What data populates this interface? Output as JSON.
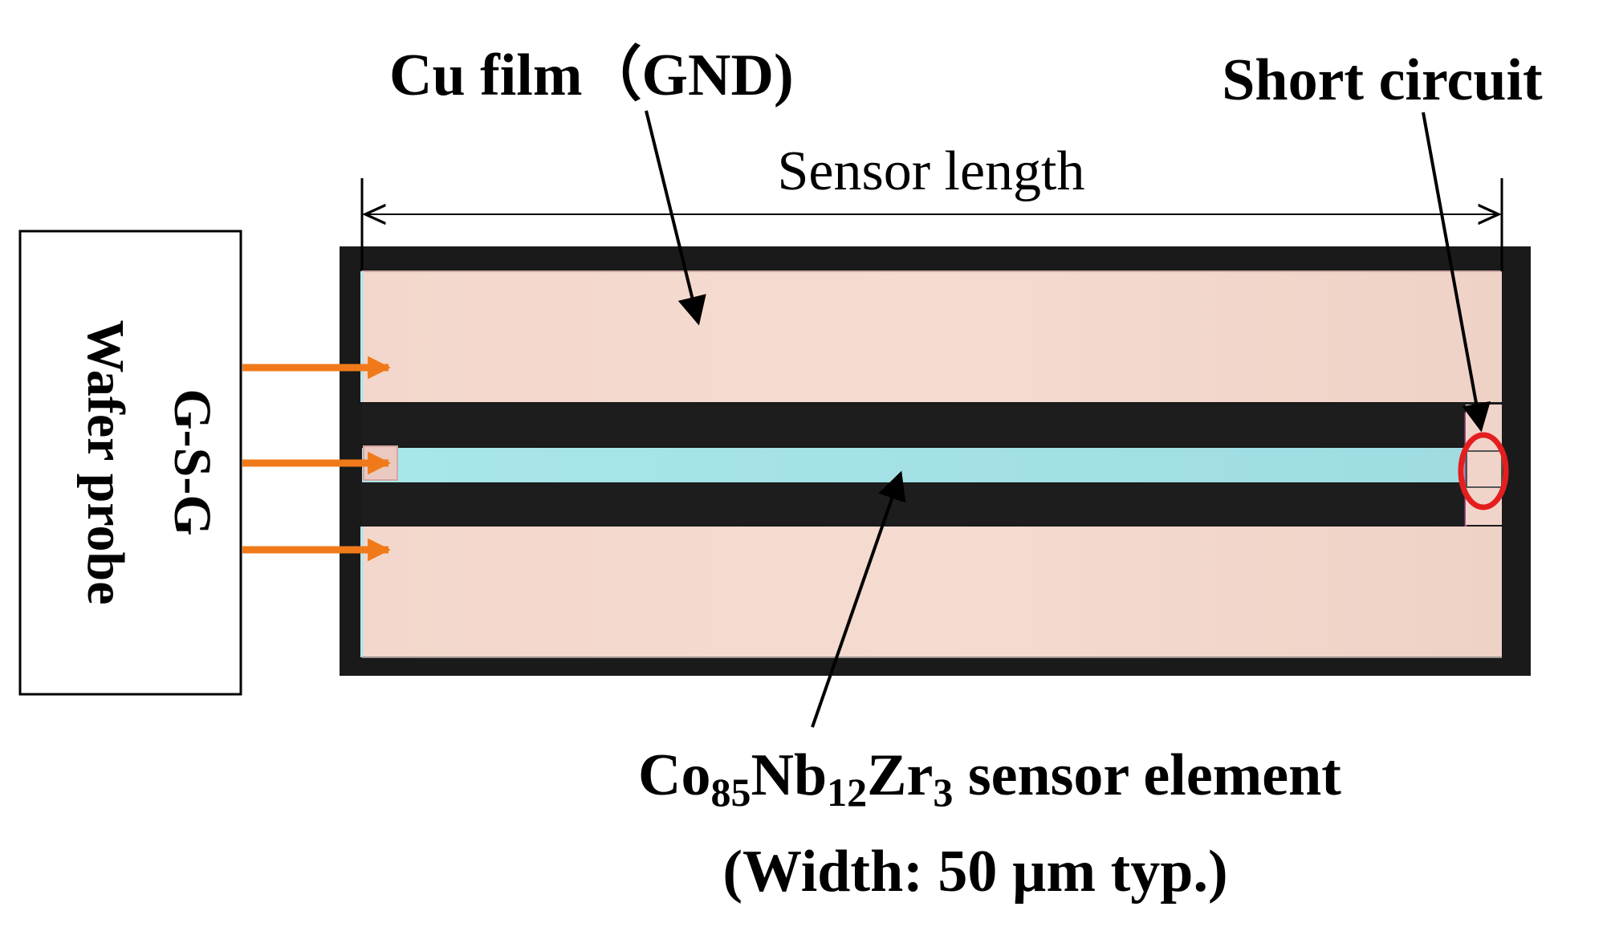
{
  "labels": {
    "cu_film": "Cu film（GND)",
    "short_circuit": "Short circuit",
    "sensor_length": "Sensor length",
    "probe_line1": "G-S-G",
    "probe_line2": "Wafer probe",
    "element_co": "Co",
    "element_co_sub": "85",
    "element_nb": "Nb",
    "element_nb_sub": "12",
    "element_zr": "Zr",
    "element_zr_sub": "3",
    "element_rest": " sensor element",
    "width_note": "(Width: 50 µm typ.)"
  },
  "colors": {
    "copper": "#F2D5CB",
    "sensor": "#A8E4E8",
    "substrate": "#1a1a1a",
    "probe_arrows": "#F07A1A",
    "short_marker": "#E41E1E"
  }
}
